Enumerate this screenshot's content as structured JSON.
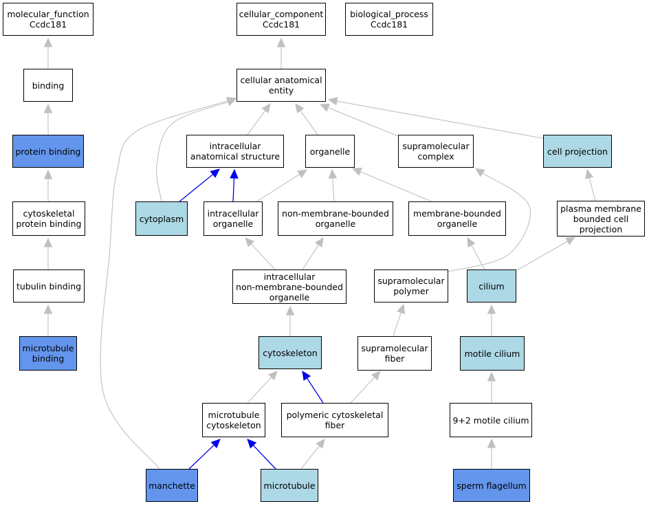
{
  "colors": {
    "plain": "#ffffff",
    "light_blue": "#add8e6",
    "cornflower": "#6495ed",
    "gray_edge": "#c0c0c0",
    "blue_edge": "#0000ee"
  },
  "nodes": [
    {
      "id": "mf",
      "label": "molecular_function\nCcdc181",
      "fill": "plain"
    },
    {
      "id": "cc",
      "label": "cellular_component\nCcdc181",
      "fill": "plain"
    },
    {
      "id": "bp",
      "label": "biological_process\nCcdc181",
      "fill": "plain"
    },
    {
      "id": "binding",
      "label": "binding",
      "fill": "plain"
    },
    {
      "id": "cae",
      "label": "cellular anatomical\nentity",
      "fill": "plain"
    },
    {
      "id": "protein_binding",
      "label": "protein binding",
      "fill": "cornflower"
    },
    {
      "id": "ias",
      "label": "intracellular\nanatomical structure",
      "fill": "plain"
    },
    {
      "id": "organelle",
      "label": "organelle",
      "fill": "plain"
    },
    {
      "id": "smc",
      "label": "supramolecular\ncomplex",
      "fill": "plain"
    },
    {
      "id": "cell_projection",
      "label": "cell projection",
      "fill": "light_blue"
    },
    {
      "id": "cpb",
      "label": "cytoskeletal\nprotein binding",
      "fill": "plain"
    },
    {
      "id": "cytoplasm",
      "label": "cytoplasm",
      "fill": "light_blue"
    },
    {
      "id": "io",
      "label": "intracellular\norganelle",
      "fill": "plain"
    },
    {
      "id": "nmbo",
      "label": "non-membrane-bounded\norganelle",
      "fill": "plain"
    },
    {
      "id": "mbo",
      "label": "membrane-bounded\norganelle",
      "fill": "plain"
    },
    {
      "id": "pmbcp",
      "label": "plasma membrane\nbounded cell\nprojection",
      "fill": "plain"
    },
    {
      "id": "tubulin_binding",
      "label": "tubulin binding",
      "fill": "plain"
    },
    {
      "id": "inmbo",
      "label": "intracellular\nnon-membrane-bounded\norganelle",
      "fill": "plain"
    },
    {
      "id": "smp",
      "label": "supramolecular\npolymer",
      "fill": "plain"
    },
    {
      "id": "cilium",
      "label": "cilium",
      "fill": "light_blue"
    },
    {
      "id": "mt_binding",
      "label": "microtubule\nbinding",
      "fill": "cornflower"
    },
    {
      "id": "cytoskeleton",
      "label": "cytoskeleton",
      "fill": "light_blue"
    },
    {
      "id": "smf",
      "label": "supramolecular\nfiber",
      "fill": "plain"
    },
    {
      "id": "motile_cilium",
      "label": "motile cilium",
      "fill": "light_blue"
    },
    {
      "id": "mt_cytoskeleton",
      "label": "microtubule\ncytoskeleton",
      "fill": "plain"
    },
    {
      "id": "pcf",
      "label": "polymeric cytoskeletal\nfiber",
      "fill": "plain"
    },
    {
      "id": "nine_two",
      "label": "9+2 motile cilium",
      "fill": "plain"
    },
    {
      "id": "manchette",
      "label": "manchette",
      "fill": "cornflower"
    },
    {
      "id": "microtubule",
      "label": "microtubule",
      "fill": "light_blue"
    },
    {
      "id": "sperm_flagellum",
      "label": "sperm flagellum",
      "fill": "cornflower"
    }
  ],
  "edges": [
    {
      "from": "binding",
      "to": "mf",
      "color": "gray_edge"
    },
    {
      "from": "cae",
      "to": "cc",
      "color": "gray_edge"
    },
    {
      "from": "protein_binding",
      "to": "binding",
      "color": "gray_edge"
    },
    {
      "from": "cpb",
      "to": "protein_binding",
      "color": "gray_edge"
    },
    {
      "from": "tubulin_binding",
      "to": "cpb",
      "color": "gray_edge"
    },
    {
      "from": "mt_binding",
      "to": "tubulin_binding",
      "color": "gray_edge"
    },
    {
      "from": "ias",
      "to": "cae",
      "color": "gray_edge"
    },
    {
      "from": "organelle",
      "to": "cae",
      "color": "gray_edge"
    },
    {
      "from": "smc",
      "to": "cae",
      "color": "gray_edge"
    },
    {
      "from": "cell_projection",
      "to": "cae",
      "color": "gray_edge"
    },
    {
      "from": "cytoplasm",
      "to": "cae",
      "color": "gray_edge"
    },
    {
      "from": "manchette",
      "to": "cae",
      "color": "gray_edge"
    },
    {
      "from": "cytoplasm",
      "to": "ias",
      "color": "blue_edge"
    },
    {
      "from": "io",
      "to": "ias",
      "color": "blue_edge"
    },
    {
      "from": "io",
      "to": "organelle",
      "color": "gray_edge"
    },
    {
      "from": "nmbo",
      "to": "organelle",
      "color": "gray_edge"
    },
    {
      "from": "mbo",
      "to": "organelle",
      "color": "gray_edge"
    },
    {
      "from": "pmbcp",
      "to": "cell_projection",
      "color": "gray_edge"
    },
    {
      "from": "inmbo",
      "to": "io",
      "color": "gray_edge"
    },
    {
      "from": "inmbo",
      "to": "nmbo",
      "color": "gray_edge"
    },
    {
      "from": "smp",
      "to": "smc",
      "color": "gray_edge"
    },
    {
      "from": "cilium",
      "to": "mbo",
      "color": "gray_edge"
    },
    {
      "from": "cilium",
      "to": "pmbcp",
      "color": "gray_edge"
    },
    {
      "from": "cytoskeleton",
      "to": "inmbo",
      "color": "gray_edge"
    },
    {
      "from": "smf",
      "to": "smp",
      "color": "gray_edge"
    },
    {
      "from": "motile_cilium",
      "to": "cilium",
      "color": "gray_edge"
    },
    {
      "from": "mt_cytoskeleton",
      "to": "cytoskeleton",
      "color": "gray_edge"
    },
    {
      "from": "pcf",
      "to": "cytoskeleton",
      "color": "blue_edge"
    },
    {
      "from": "pcf",
      "to": "smf",
      "color": "gray_edge"
    },
    {
      "from": "nine_two",
      "to": "motile_cilium",
      "color": "gray_edge"
    },
    {
      "from": "sperm_flagellum",
      "to": "nine_two",
      "color": "gray_edge"
    },
    {
      "from": "manchette",
      "to": "mt_cytoskeleton",
      "color": "blue_edge"
    },
    {
      "from": "microtubule",
      "to": "mt_cytoskeleton",
      "color": "blue_edge"
    },
    {
      "from": "microtubule",
      "to": "pcf",
      "color": "gray_edge"
    }
  ]
}
